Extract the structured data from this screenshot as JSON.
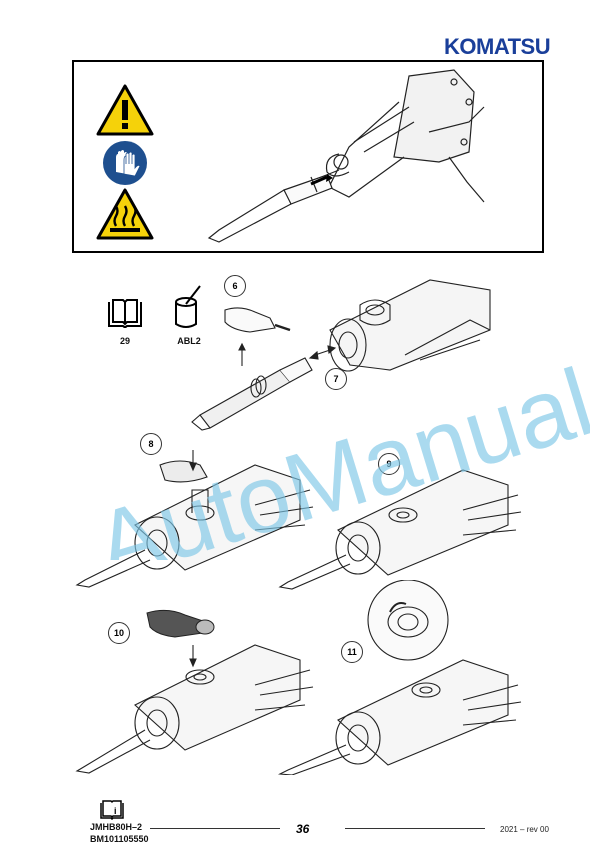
{
  "header": {
    "brand": "KOMATSU"
  },
  "safety_icons": [
    "warning-triangle-icon",
    "gloves-mandatory-icon",
    "hot-surface-icon"
  ],
  "symbols": {
    "manual_ref": "29",
    "lubricant": "ABL2"
  },
  "steps": [
    "6",
    "7",
    "8",
    "9",
    "10",
    "11"
  ],
  "watermark": "AutoManual",
  "footer": {
    "code1": "JMHB80H–2",
    "code2": "BM101105550",
    "page": "36",
    "revision": "2021 – rev 00"
  },
  "colors": {
    "warning_yellow": "#f5d20a",
    "mandatory_blue": "#1e4f8f",
    "brand_blue": "#1a3f9a",
    "watermark": "#7cc6e6"
  }
}
